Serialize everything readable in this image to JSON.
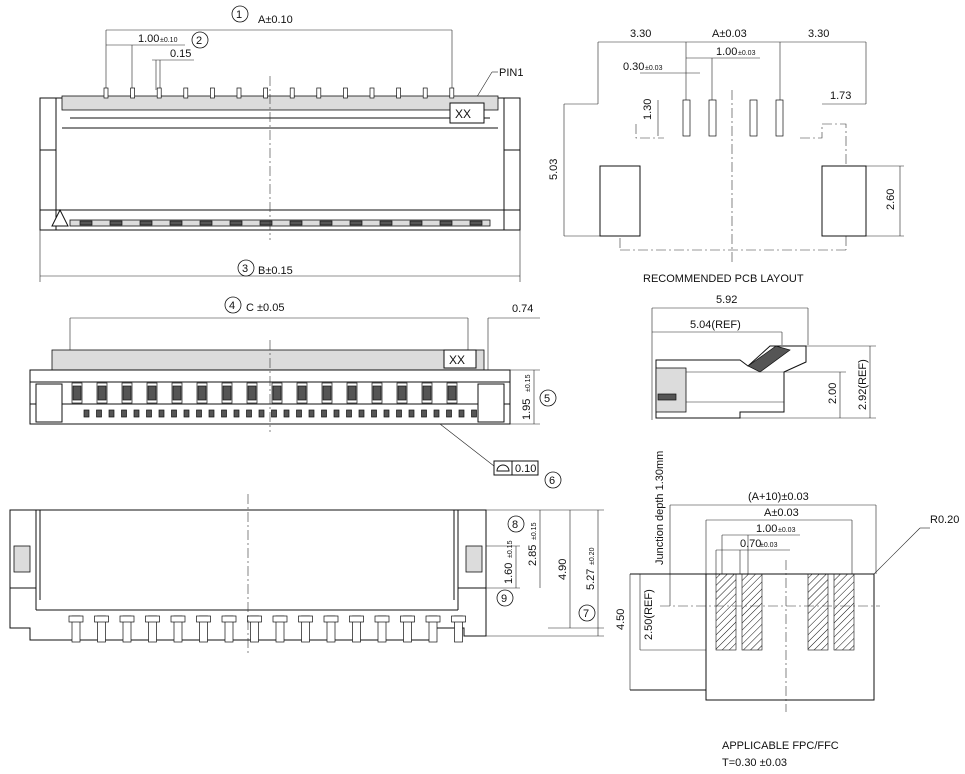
{
  "top_view": {
    "c1": "1",
    "dim_a": "A±0.10",
    "c2": "2",
    "dim_pitch_base": "1.00",
    "dim_pitch_tol": "±0.10",
    "dim_pin_w": "0.15",
    "pin_label": "PIN1",
    "marking": "XX",
    "c3": "3",
    "dim_b": "B±0.15"
  },
  "pcb_layout": {
    "d_left": "3.30",
    "d_mid": "A±0.03",
    "d_right": "3.30",
    "d_pitch_base": "1.00",
    "d_pitch_tol": "±0.03",
    "d_pad_base": "0.30",
    "d_pad_tol": "±0.03",
    "d_pad_len": "1.30",
    "d_tab": "1.73",
    "d_height": "5.03",
    "d_tab_h": "2.60",
    "caption": "RECOMMENDED  PCB  LAYOUT"
  },
  "front_view": {
    "c4": "4",
    "dim_c": "C ±0.05",
    "d_074": "0.74",
    "marking": "XX",
    "d_195_base": "1.95",
    "d_195_tol": "±0.15",
    "c5": "5",
    "flat_val": "0.10",
    "c6": "6"
  },
  "side_view": {
    "d_592": "5.92",
    "d_504": "5.04(REF)",
    "d_200": "2.00",
    "d_292": "2.92(REF)"
  },
  "bottom_view": {
    "c8": "8",
    "d_285_base": "2.85",
    "d_285_tol": "±0.15",
    "d_160_base": "1.60",
    "d_160_tol": "±0.15",
    "c9": "9",
    "d_490": "4.90",
    "d_527_base": "5.27",
    "d_527_tol": "±0.20",
    "c7": "7"
  },
  "fpc_view": {
    "junction": "Junction depth 1.30mm",
    "d_a10": "(A+10)±0.03",
    "d_a": "A±0.03",
    "d_pitch_base": "1.00",
    "d_pitch_tol": "±0.03",
    "d_070_base": "0.70",
    "d_070_tol": "±0.03",
    "d_r": "R0.20",
    "d_250": "2.50(REF)",
    "d_450": "4.50",
    "caption1": "APPLICABLE  FPC/FFC",
    "caption2": "T=0.30 ±0.03"
  },
  "colors": {
    "line": "#111111",
    "contact_fill": "#555555",
    "body_fill": "#dcdcdc"
  }
}
